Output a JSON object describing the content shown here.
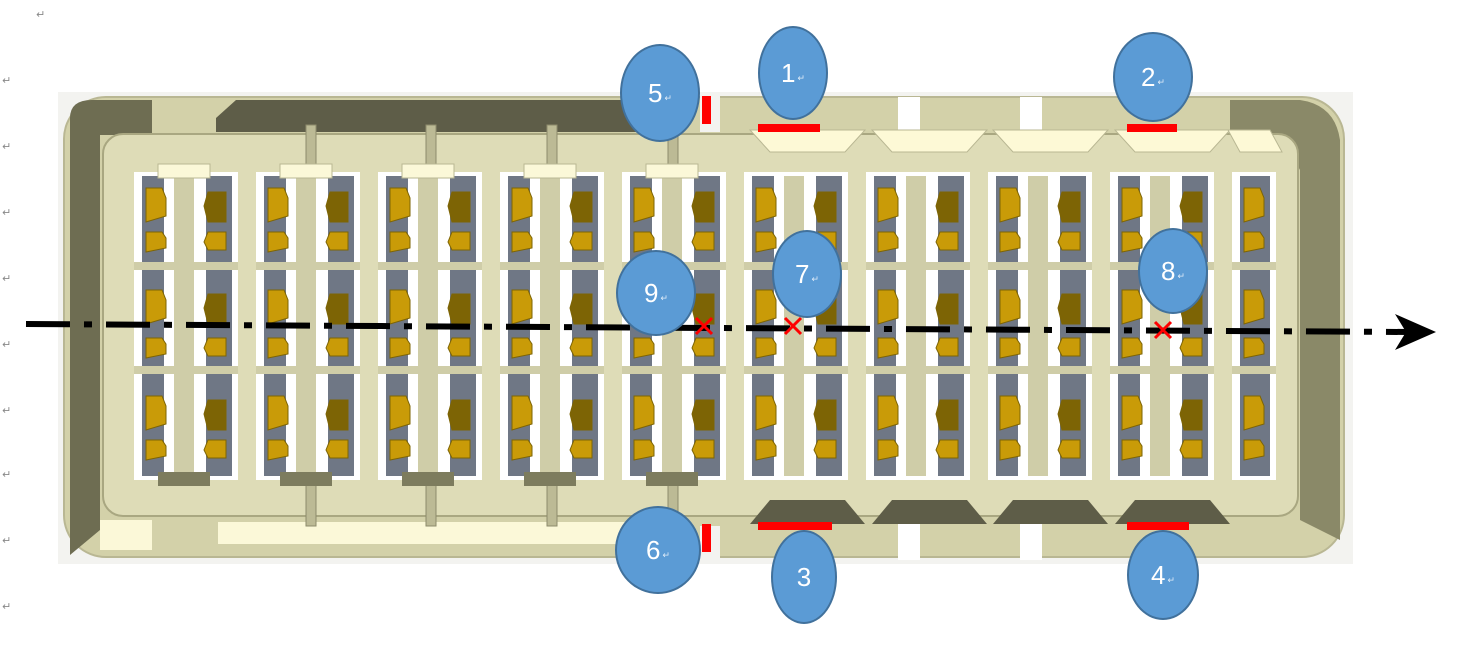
{
  "colors": {
    "housing_light": "#d3d1a9",
    "housing_shadow": "#6e6d52",
    "housing_dark": "#5e5d48",
    "housing_highlight": "#fbf8d8",
    "cavity_white": "#ffffff",
    "cavity_gray": "#6f7785",
    "terminal_gold": "#c99b08",
    "terminal_dark": "#7d6405",
    "marker_red": "#ff0000",
    "callout_fill": "#5b9bd5",
    "callout_border": "#41719c",
    "axis_line": "#000000"
  },
  "paragraph_mark": "↵",
  "callouts": [
    {
      "id": "1",
      "label": "1"
    },
    {
      "id": "2",
      "label": "2"
    },
    {
      "id": "3",
      "label": "3"
    },
    {
      "id": "4",
      "label": "4"
    },
    {
      "id": "5",
      "label": "5"
    },
    {
      "id": "6",
      "label": "6"
    },
    {
      "id": "7",
      "label": "7"
    },
    {
      "id": "8",
      "label": "8"
    },
    {
      "id": "9",
      "label": "9"
    }
  ],
  "cross_marks": [
    "9",
    "7",
    "8"
  ],
  "axis": {
    "style": "dash-dot",
    "arrow": "right"
  }
}
